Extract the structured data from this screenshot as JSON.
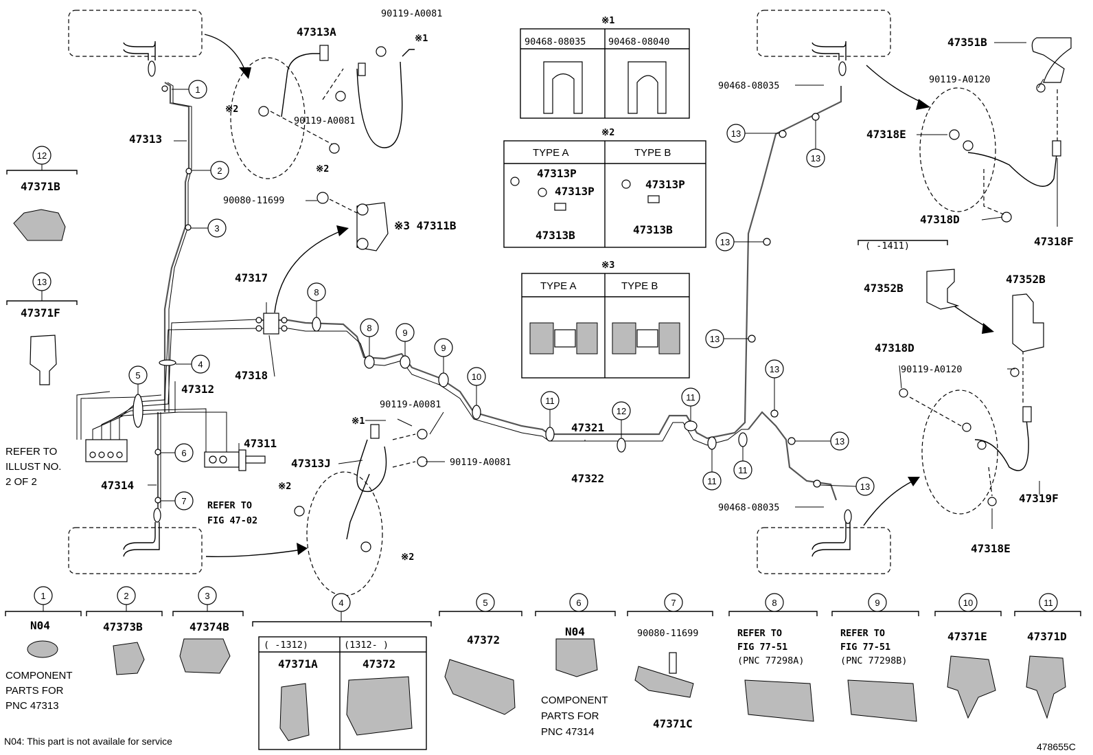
{
  "header_notes": {
    "mark1": "※1",
    "mark2": "※2",
    "mark3": "※3"
  },
  "table_mark1": {
    "col_a": "90468-08035",
    "col_b": "90468-08040"
  },
  "table_mark2": {
    "type_a": "TYPE A",
    "type_b": "TYPE B",
    "a_part1": "47313P",
    "a_part2": "47313P",
    "a_part3": "47313B",
    "b_part1": "47313P",
    "b_part2": "47313B"
  },
  "table_mark3": {
    "type_a": "TYPE A",
    "type_b": "TYPE B"
  },
  "left_parts": {
    "p12": "47371B",
    "p13": "47371F"
  },
  "callouts": {
    "c1": "1",
    "c2": "2",
    "c3": "3",
    "c4": "4",
    "c5": "5",
    "c6": "6",
    "c7": "7",
    "c8": "8",
    "c9": "9",
    "c10": "10",
    "c11": "11",
    "c12": "12",
    "c13": "13"
  },
  "labels": {
    "l47313": "47313",
    "l47313A": "47313A",
    "l90119_a0081_top": "90119-A0081",
    "l90119_a0081_mid": "90119-A0081",
    "l90080_11699": "90080-11699",
    "l47311B": "※3 47311B",
    "l47317": "47317",
    "l47318": "47318",
    "l47312": "47312",
    "l47311": "47311",
    "l47314": "47314",
    "refer_illust_1": "REFER TO",
    "refer_illust_2": "ILLUST NO.",
    "refer_illust_3": "2 OF 2",
    "refer_fig_1": "REFER TO",
    "refer_fig_2": "FIG 47-02",
    "l47313J": "47313J",
    "l90119_a0081_b1": "90119-A0081",
    "l90119_a0081_b2": "90119-A0081",
    "l47321": "47321",
    "l47322": "47322",
    "l90468_08035_top": "90468-08035",
    "l90468_08035_bot": "90468-08035",
    "l47351B": "47351B",
    "l90119_a0120_top": "90119-A0120",
    "l47318E_top": "47318E",
    "l47318D_top": "47318D",
    "l47318F": "47318F",
    "range_1411": "(     -1411)",
    "l47352B_left": "47352B",
    "l47352B_right": "47352B",
    "l47318D_mid": "47318D",
    "l90119_a0120_mid": "90119-A0120",
    "l47319F": "47319F",
    "l47318E_bot": "47318E"
  },
  "bottom_row": {
    "b1_code": "N04",
    "b1_note1": "COMPONENT",
    "b1_note2": "PARTS FOR",
    "b1_note3": "PNC 47313",
    "b2": "47373B",
    "b3": "47374B",
    "b4_range_a": "(     -1312)",
    "b4_range_b": "(1312-     )",
    "b4_a": "47371A",
    "b4_b": "47372",
    "b5": "47372",
    "b6_code": "N04",
    "b6_note1": "COMPONENT",
    "b6_note2": "PARTS FOR",
    "b6_note3": "PNC 47314",
    "b7_top": "90080-11699",
    "b7_bot": "47371C",
    "b8_1": "REFER TO",
    "b8_2": "FIG 77-51",
    "b8_3": "(PNC 77298A)",
    "b9_1": "REFER TO",
    "b9_2": "FIG 77-51",
    "b9_3": "(PNC 77298B)",
    "b10": "47371E",
    "b11": "47371D"
  },
  "footer": {
    "n04_note": "N04: This part is not availale for service",
    "figure_id": "478655C"
  }
}
